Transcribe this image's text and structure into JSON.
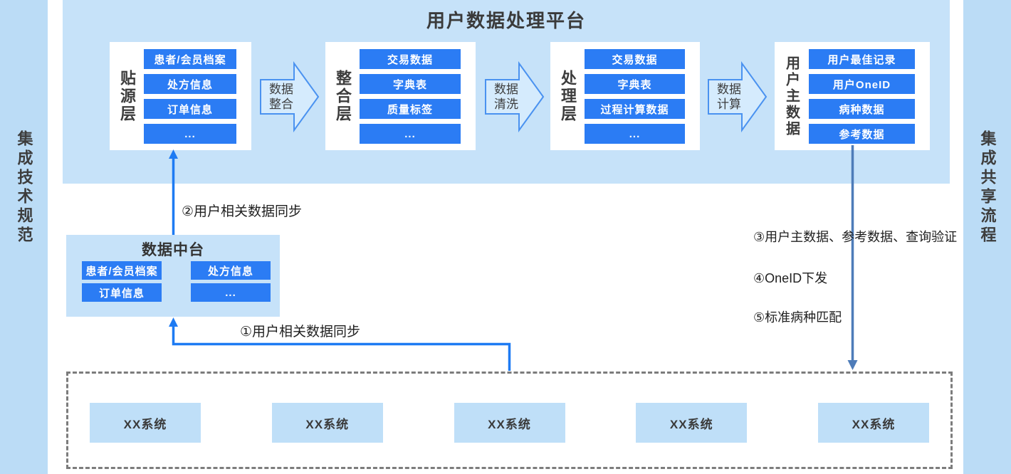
{
  "colors": {
    "accent_blue": "#2b7cf4",
    "panel_light_blue": "#c6e2f9",
    "rail_blue": "#bbdcf6",
    "system_box_blue": "#bfdff8",
    "flow_arrow_blue": "#1e7bf3",
    "steel_arrow_blue": "#4e7cb9",
    "dash_gray": "#7c7c7c"
  },
  "rails": {
    "left": "集成技术规范",
    "right": "集成共享流程"
  },
  "platform": {
    "title": "用户数据处理平台",
    "layers": [
      {
        "name": "贴源层",
        "items": [
          "患者/会员档案",
          "处方信息",
          "订单信息",
          "..."
        ]
      },
      {
        "name": "整合层",
        "items": [
          "交易数据",
          "字典表",
          "质量标签",
          "..."
        ]
      },
      {
        "name": "处理层",
        "items": [
          "交易数据",
          "字典表",
          "过程计算数据",
          "..."
        ]
      },
      {
        "name": "用户主数据",
        "items": [
          "用户最佳记录",
          "用户OneID",
          "病种数据",
          "参考数据"
        ]
      }
    ],
    "process_arrows": [
      {
        "line1": "数据",
        "line2": "整合"
      },
      {
        "line1": "数据",
        "line2": "清洗"
      },
      {
        "line1": "数据",
        "line2": "计算"
      }
    ]
  },
  "data_middle_platform": {
    "title": "数据中台",
    "items": [
      "患者/会员档案",
      "处方信息",
      "订单信息",
      "..."
    ]
  },
  "flow_steps": {
    "step1": "①用户相关数据同步",
    "step2": "②用户相关数据同步",
    "step3": "③用户主数据、参考数据、查询验证",
    "step4": "④OneID下发",
    "step5": "⑤标准病种匹配"
  },
  "source_systems": [
    "XX系统",
    "XX系统",
    "XX系统",
    "XX系统",
    "XX系统"
  ]
}
